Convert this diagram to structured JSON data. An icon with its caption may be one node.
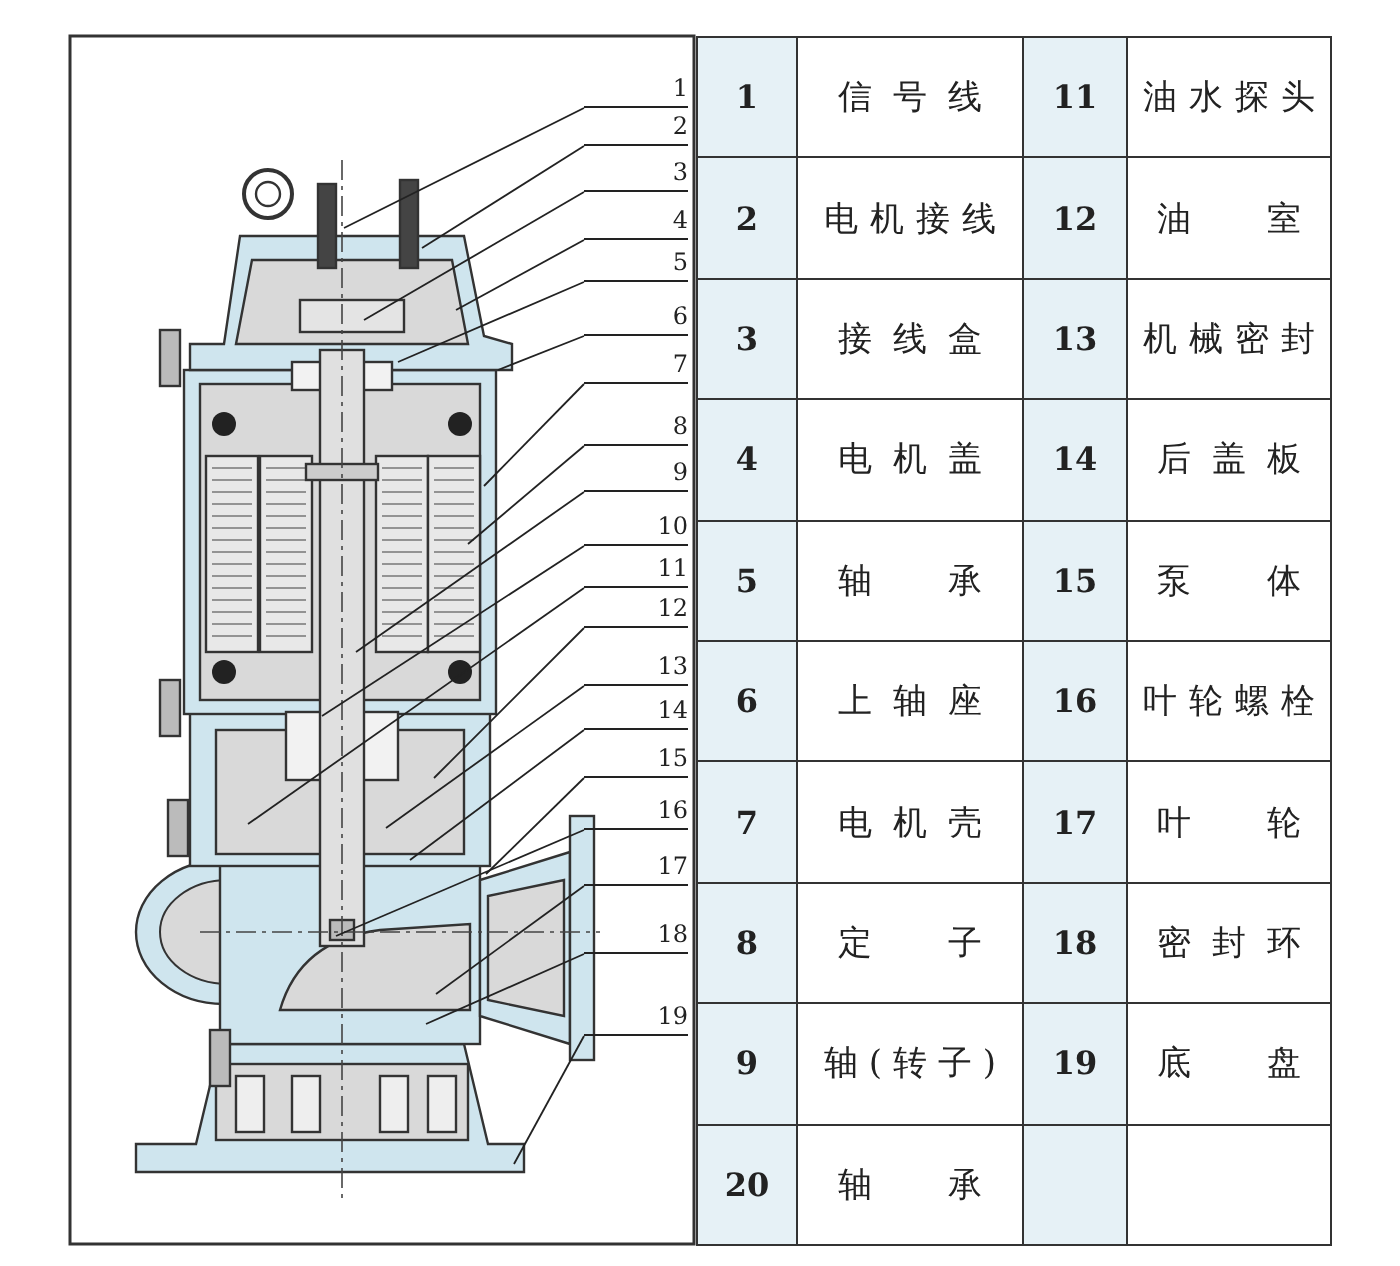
{
  "diagram": {
    "nodes": [
      {
        "text": [
          "1"
        ]
      },
      {
        "text": [
          "2"
        ]
      },
      {
        "text": [
          "3"
        ]
      },
      {
        "text": [
          "4"
        ]
      },
      {
        "text": [
          "5"
        ]
      },
      {
        "text": [
          "6"
        ]
      },
      {
        "text": [
          "7"
        ]
      },
      {
        "text": [
          "8"
        ]
      },
      {
        "text": [
          "9"
        ]
      },
      {
        "text": [
          "10"
        ]
      },
      {
        "text": [
          "11"
        ]
      },
      {
        "text": [
          "12"
        ]
      },
      {
        "text": [
          "13"
        ]
      },
      {
        "text": [
          "14"
        ]
      },
      {
        "text": [
          "15"
        ]
      },
      {
        "text": [
          "16"
        ]
      },
      {
        "text": [
          "17"
        ]
      },
      {
        "text": [
          "18"
        ]
      },
      {
        "text": [
          "19"
        ]
      }
    ],
    "edges": [
      {
        "from": 0,
        "to": null,
        "arrow": "none"
      },
      {
        "from": 1,
        "to": null,
        "arrow": "none"
      },
      {
        "from": 2,
        "to": null,
        "arrow": "none"
      },
      {
        "from": 3,
        "to": null,
        "arrow": "none"
      },
      {
        "from": 4,
        "to": null,
        "arrow": "none"
      },
      {
        "from": 5,
        "to": null,
        "arrow": "none"
      },
      {
        "from": 6,
        "to": null,
        "arrow": "none"
      },
      {
        "from": 7,
        "to": null,
        "arrow": "none"
      },
      {
        "from": 8,
        "to": null,
        "arrow": "none"
      },
      {
        "from": 9,
        "to": null,
        "arrow": "none"
      },
      {
        "from": 10,
        "to": null,
        "arrow": "none"
      },
      {
        "from": 11,
        "to": null,
        "arrow": "none"
      },
      {
        "from": 12,
        "to": null,
        "arrow": "none"
      },
      {
        "from": 13,
        "to": null,
        "arrow": "none"
      },
      {
        "from": 14,
        "to": null,
        "arrow": "none"
      },
      {
        "from": 15,
        "to": null,
        "arrow": "none"
      },
      {
        "from": 16,
        "to": null,
        "arrow": "none"
      },
      {
        "from": 17,
        "to": null,
        "arrow": "none"
      },
      {
        "from": 18,
        "to": null,
        "arrow": "none"
      }
    ],
    "labels": [
      "1",
      "信号线",
      "11",
      "油水探头",
      "2",
      "电机接线",
      "12",
      "油室",
      "3",
      "接线盒",
      "13",
      "机械密封",
      "4",
      "电机盖",
      "14",
      "后盖板",
      "5",
      "轴承",
      "15",
      "泵体",
      "6",
      "上轴座",
      "16",
      "叶轮螺栓",
      "7",
      "电机壳",
      "17",
      "叶轮",
      "8",
      "定子",
      "18",
      "密封环",
      "9",
      "轴(转子)",
      "19",
      "底盘",
      "20",
      "轴承"
    ]
  }
}
